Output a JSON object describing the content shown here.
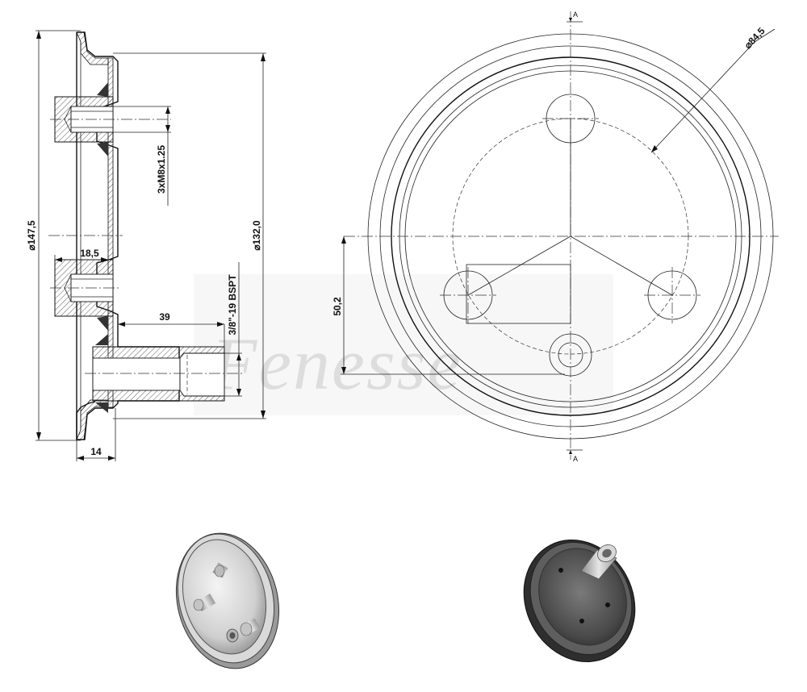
{
  "drawing": {
    "dimensions": {
      "outer_diameter": "147,5",
      "inner_diameter": "132,0",
      "bolt_circle_diameter": "84,5",
      "flange_width": "14",
      "boss_length": "18,5",
      "spigot_length": "39",
      "port_offset": "50,2"
    },
    "callouts": {
      "thread_holes": "3xM8x1.25",
      "port_thread": "3/8\"-19 BSPT"
    },
    "section_marks": {
      "top": "A",
      "bottom": "A"
    },
    "watermark": "Fenesse"
  }
}
